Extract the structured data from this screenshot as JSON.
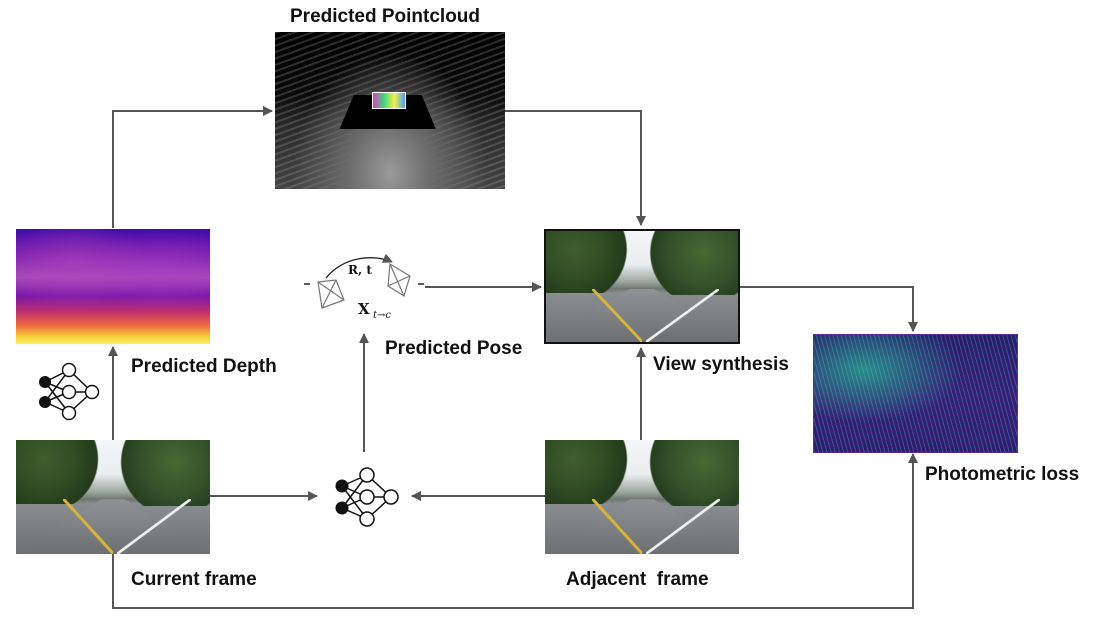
{
  "nodes": {
    "pointcloud": {
      "label": "Predicted Pointcloud"
    },
    "depth": {
      "label": "Predicted Depth"
    },
    "pose": {
      "label": "Predicted Pose",
      "rotation_translation": "R, t",
      "transform_main": "X",
      "transform_sub": "t→c"
    },
    "view_synthesis": {
      "label": "View synthesis"
    },
    "photometric_loss": {
      "label": "Photometric loss"
    },
    "current_frame": {
      "label": "Current frame"
    },
    "adjacent_frame": {
      "label": "Adjacent  frame"
    }
  },
  "icons": {
    "depth_network": "neural-network-icon",
    "pose_network": "neural-network-icon"
  },
  "colors": {
    "arrow": "#555555"
  }
}
